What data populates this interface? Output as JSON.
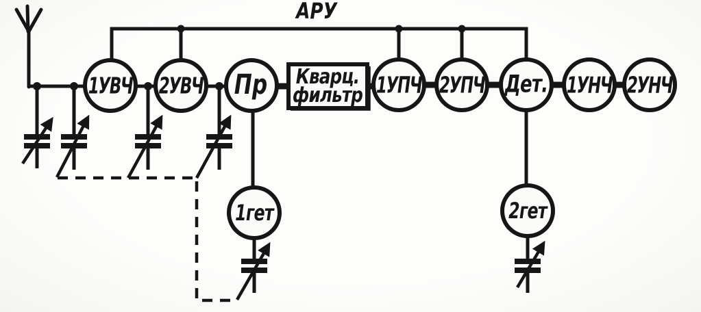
{
  "diagram": {
    "type": "radio-receiver-block-diagram",
    "agc": {
      "label": "АРУ"
    },
    "chain": [
      {
        "id": "rf_amp_1",
        "label": "1УВЧ",
        "shape": "circle"
      },
      {
        "id": "rf_amp_2",
        "label": "2УВЧ",
        "shape": "circle"
      },
      {
        "id": "mixer",
        "label": "Пр",
        "shape": "circle"
      },
      {
        "id": "crystal_filter",
        "label_line1": "Кварц.",
        "label_line2": "фильтр",
        "shape": "rect"
      },
      {
        "id": "if_amp_1",
        "label": "1УПЧ",
        "shape": "circle"
      },
      {
        "id": "if_amp_2",
        "label": "2УПЧ",
        "shape": "circle"
      },
      {
        "id": "detector",
        "label": "Дет.",
        "shape": "circle"
      },
      {
        "id": "af_amp_1",
        "label": "1УНЧ",
        "shape": "circle"
      },
      {
        "id": "af_amp_2",
        "label": "2УНЧ",
        "shape": "circle"
      }
    ],
    "oscillators": [
      {
        "id": "osc_1",
        "label": "1гет"
      },
      {
        "id": "osc_2",
        "label": "2гет"
      }
    ],
    "symbols": {
      "antenna": "antenna-icon",
      "tuning_capacitor": "variable-capacitor-icon",
      "gang_link": "ganged-tuning-dashed-link",
      "junction": "junction-dot"
    },
    "colors": {
      "ink": "#161616",
      "paper": "#fbfbf9"
    }
  }
}
